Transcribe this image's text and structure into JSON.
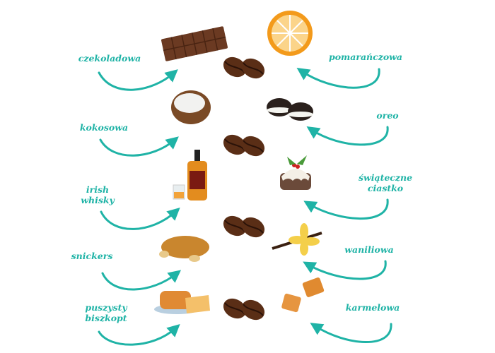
{
  "accent_color": "#1fb3a6",
  "left_flavors": [
    {
      "lines": [
        "czekoladowa"
      ],
      "icon": "chocolate-bar"
    },
    {
      "lines": [
        "kokosowa"
      ],
      "icon": "coconut"
    },
    {
      "lines": [
        "irish",
        "whisky"
      ],
      "icon": "whisky-bottle"
    },
    {
      "lines": [
        "snickers"
      ],
      "icon": "snickers-peanut"
    },
    {
      "lines": [
        "puszysty",
        "biszkopt"
      ],
      "icon": "sponge-cake"
    }
  ],
  "right_flavors": [
    {
      "lines": [
        "pomarańczowa"
      ],
      "icon": "orange"
    },
    {
      "lines": [
        "oreo"
      ],
      "icon": "oreo-cookie"
    },
    {
      "lines": [
        "świąteczne",
        "ciastko"
      ],
      "icon": "christmas-pudding"
    },
    {
      "lines": [
        "waniliowa"
      ],
      "icon": "vanilla"
    },
    {
      "lines": [
        "karmelowa"
      ],
      "icon": "caramel"
    }
  ]
}
